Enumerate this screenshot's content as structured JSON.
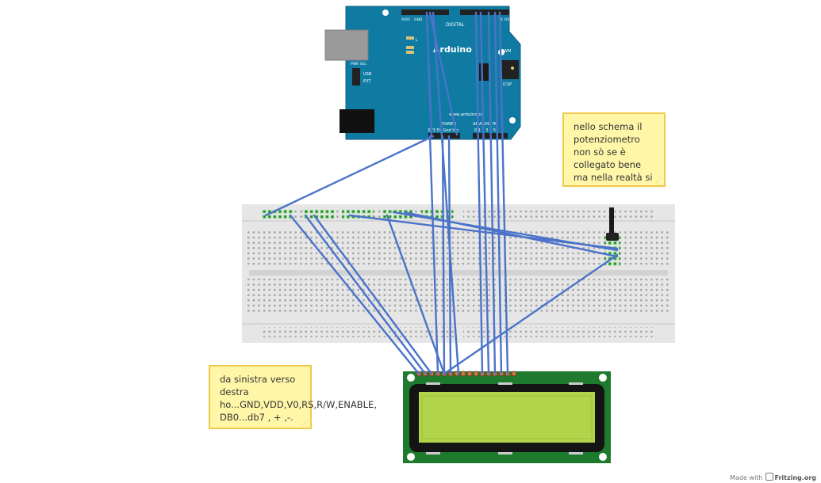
{
  "arduino": {
    "logo_text": "Arduino",
    "website": "www.arduino.cc",
    "digital_label": "DIGITAL",
    "power_label": "POWER",
    "analog_label": "ANALOG IN",
    "icsp_label": "ICSP",
    "pwm_label": "PWM",
    "aref_label": "AREF",
    "gnd_label": "GND",
    "usb_label": "USB",
    "ext_label": "EXT",
    "pwr_sel_label": "PWR SEL",
    "tx_label": "TX",
    "rx_label": "RX",
    "l_label": "L",
    "power_pins_label": "3V3 5V Gnd Vin",
    "analog_pins_label": "0 1 2 3 4 5"
  },
  "notes": {
    "right": "nello schema il potenziometro non sò se è collegato bene ma nella realtà si",
    "left": "da sinistra verso destra ho...GND,VDD,V0,RS,R/W,ENABLE, DB0...db7 , + ,-."
  },
  "footer": {
    "made_with": "Made with",
    "brand": "Fritzing.org"
  },
  "colors": {
    "wire": "#4a73c9",
    "arduino_board": "#0f7ba3",
    "breadboard": "#e6e6e6",
    "lcd_pcb": "#1e7a2c",
    "lcd_screen": "#b2d44a",
    "note_fill": "#fff6a8",
    "note_border": "#f2c94c"
  }
}
